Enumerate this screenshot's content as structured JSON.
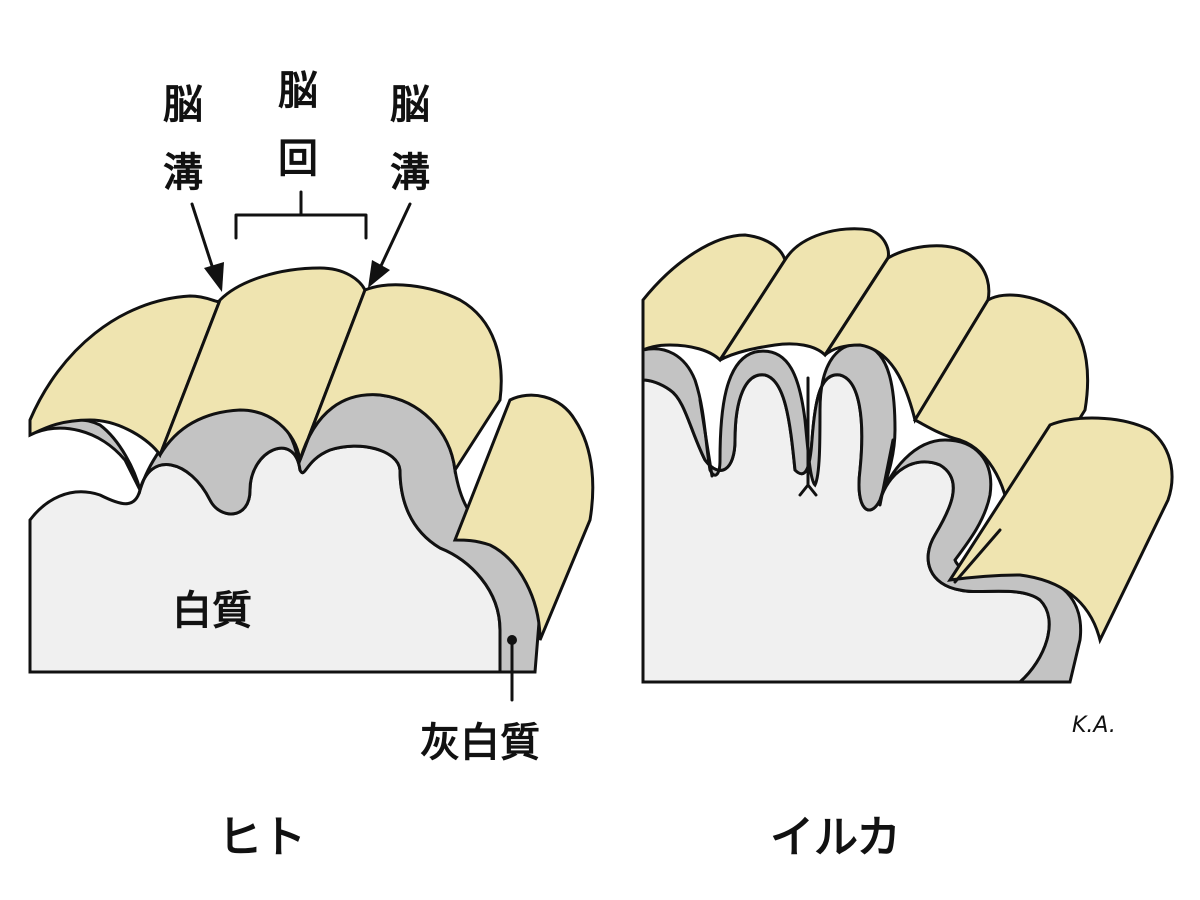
{
  "labels": {
    "sulcus": "脳溝",
    "gyrus": "脳回",
    "white_matter": "白質",
    "gray_matter": "灰白質",
    "human": "ヒト",
    "dolphin": "イルカ",
    "signature": "K.A."
  },
  "colors": {
    "gyrus_surface": "#efe4b0",
    "gray_matter": "#c3c3c3",
    "white_matter": "#f0f0f0",
    "outline": "#111111"
  }
}
